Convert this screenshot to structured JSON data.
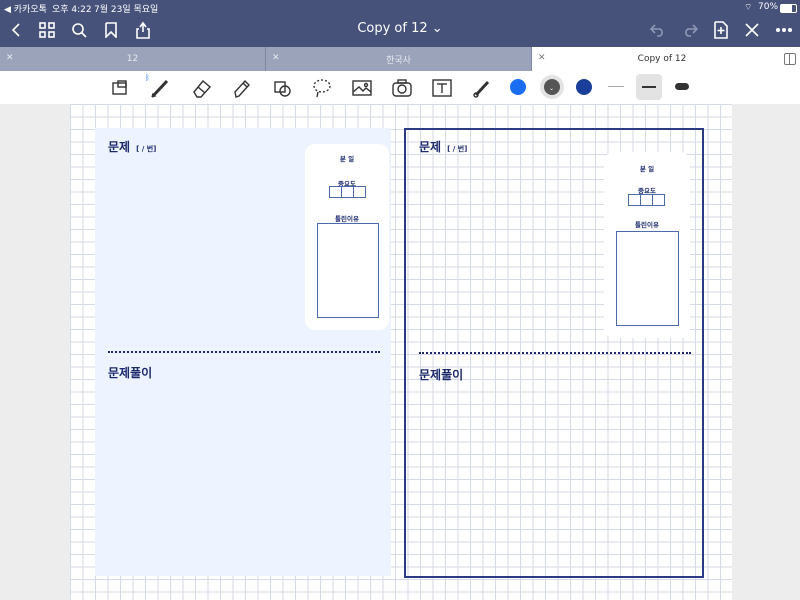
{
  "status_bar": {
    "back_app": "◀ 카카오톡",
    "time": "오후 4:22",
    "date": "7월 23일 목요일",
    "battery": "70%"
  },
  "title_bar": {
    "title": "Copy of 12 ⌄"
  },
  "tabs": [
    {
      "label": "12",
      "active": false
    },
    {
      "label": "한국사",
      "active": false
    },
    {
      "label": "Copy of 12",
      "active": true
    }
  ],
  "toolbar": {
    "colors": [
      "#1a6cf0",
      "#555555",
      "#1a3f9a"
    ],
    "selected_color_index": 1
  },
  "note": {
    "problem_label": "문제",
    "problem_meta": "[   /   번]",
    "solution_label": "문제풀이",
    "side": {
      "date_label": "분     일",
      "importance_label": "중요도",
      "reason_label": "틀린이유"
    }
  }
}
